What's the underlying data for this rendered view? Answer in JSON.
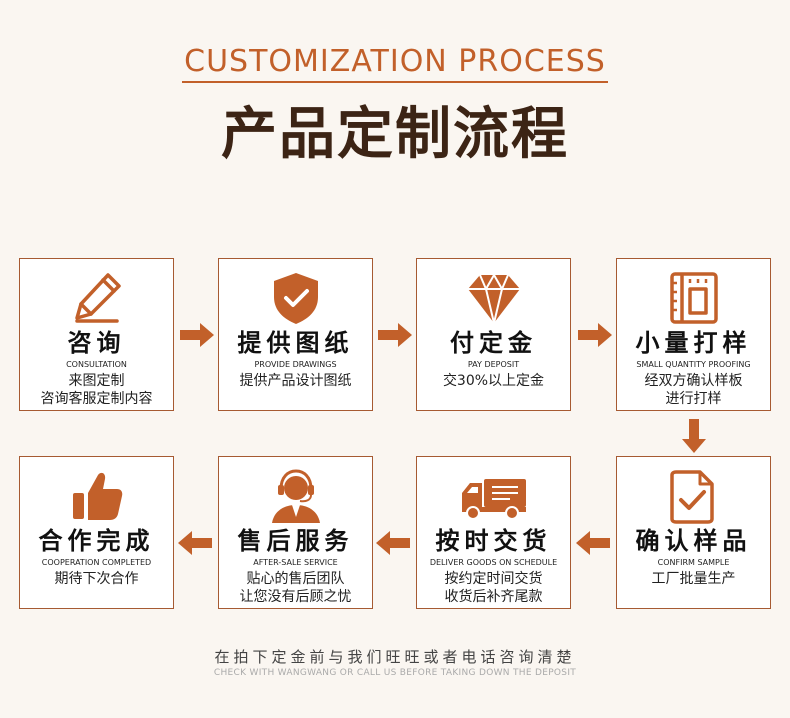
{
  "header": {
    "title_en": "CUSTOMIZATION PROCESS",
    "title_cn": "产品定制流程"
  },
  "steps": [
    {
      "cn": "咨询",
      "en": "CONSULTATION",
      "desc": [
        "来图定制",
        "咨询客服定制内容"
      ],
      "icon": "pencil-icon"
    },
    {
      "cn": "提供图纸",
      "en": "PROVIDE DRAWINGS",
      "desc": [
        "提供产品设计图纸"
      ],
      "icon": "shield-check-icon"
    },
    {
      "cn": "付定金",
      "en": "PAY DEPOSIT",
      "desc": [
        "交30%以上定金"
      ],
      "icon": "diamond-icon"
    },
    {
      "cn": "小量打样",
      "en": "SMALL QUANTITY PROOFING",
      "desc": [
        "经双方确认样板",
        "进行打样"
      ],
      "icon": "blueprint-icon"
    },
    {
      "cn": "确认样品",
      "en": "CONFIRM SAMPLE",
      "desc": [
        "工厂批量生产"
      ],
      "icon": "document-check-icon"
    },
    {
      "cn": "按时交货",
      "en": "DELIVER GOODS ON SCHEDULE",
      "desc": [
        "按约定时间交货",
        "收货后补齐尾款"
      ],
      "icon": "truck-icon"
    },
    {
      "cn": "售后服务",
      "en": "AFTER-SALE SERVICE",
      "desc": [
        "贴心的售后团队",
        "让您没有后顾之忧"
      ],
      "icon": "headset-agent-icon"
    },
    {
      "cn": "合作完成",
      "en": "COOPERATION COMPLETED",
      "desc": [
        "期待下次合作"
      ],
      "icon": "thumbs-up-icon"
    }
  ],
  "footer": {
    "cn": "在拍下定金前与我们旺旺或者电话咨询清楚",
    "en": "CHECK WITH WANGWANG OR CALL US BEFORE TAKING DOWN THE DEPOSIT"
  },
  "colors": {
    "accent": "#c2602a",
    "title_dark": "#3c2415",
    "border": "#a65a32",
    "background": "#faf6f1"
  }
}
